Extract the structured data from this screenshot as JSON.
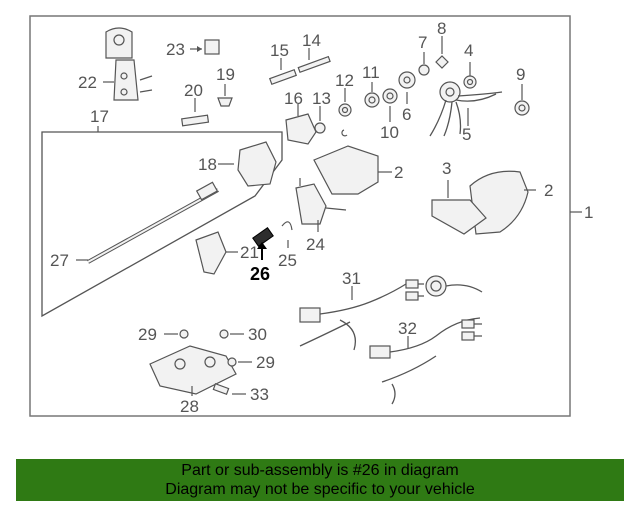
{
  "diagram": {
    "callouts": [
      "1",
      "2",
      "2",
      "3",
      "4",
      "5",
      "6",
      "7",
      "8",
      "9",
      "10",
      "11",
      "12",
      "13",
      "14",
      "15",
      "16",
      "17",
      "18",
      "19",
      "20",
      "21",
      "22",
      "23",
      "24",
      "25",
      "26",
      "27",
      "28",
      "29",
      "29",
      "30",
      "31",
      "32",
      "33"
    ],
    "highlighted_part": "26"
  },
  "banner": {
    "line1": "Part or sub-assembly is #26 in diagram",
    "line2": "Diagram may not be specific to your vehicle",
    "color": "#2f7a14"
  }
}
